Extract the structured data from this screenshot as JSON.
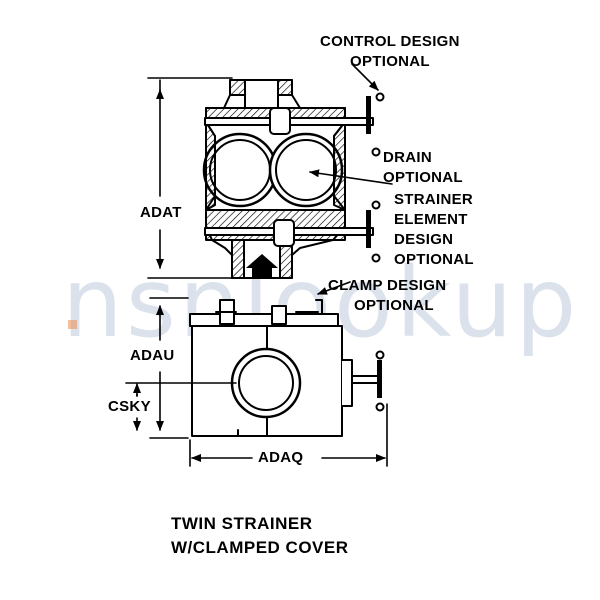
{
  "labels": {
    "control_design": [
      "CONTROL DESIGN",
      "OPTIONAL"
    ],
    "drain": [
      "DRAIN",
      "OPTIONAL"
    ],
    "strainer_element": [
      "STRAINER",
      "ELEMENT",
      "DESIGN",
      "OPTIONAL"
    ],
    "clamp_design": [
      "CLAMP DESIGN",
      "OPTIONAL"
    ],
    "dim_adat": "ADAT",
    "dim_adau": "ADAU",
    "dim_csky": "CSKY",
    "dim_adaq": "ADAQ"
  },
  "caption": [
    "TWIN STRAINER",
    "W/CLAMPED COVER"
  ],
  "watermark": "nsnlookup"
}
